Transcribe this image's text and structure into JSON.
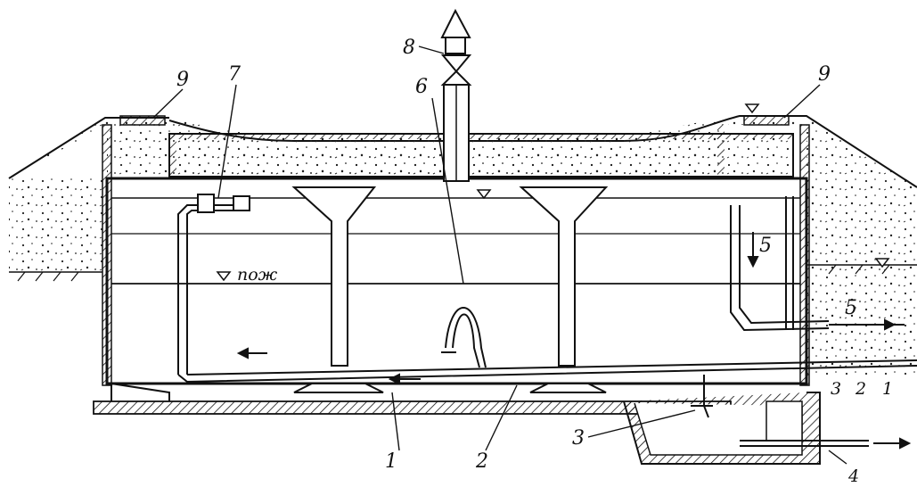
{
  "labels": {
    "ventilation": "8",
    "overflow_tube": "6",
    "roof": "7",
    "hatch_left": "9",
    "hatch_right": "9",
    "fire_level": "пож",
    "overflow": "5",
    "overflow_riser": "5",
    "supply": "1",
    "outlet": "2",
    "drain": "3",
    "supply_right": "1",
    "outlet_right": "2",
    "drain_right": "3",
    "sump_drain": "4"
  },
  "colors": {
    "ink": "#111111",
    "soil_fill": "#ffffff",
    "background": "#ffffff"
  }
}
